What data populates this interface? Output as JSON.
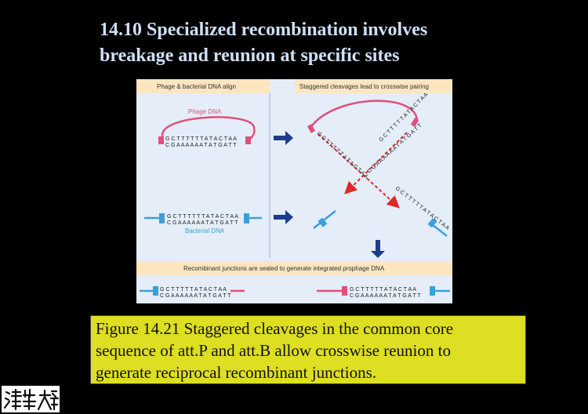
{
  "slide": {
    "title_line1": "14.10 Specialized recombination involves",
    "title_line2": "breakage and reunion at specific sites"
  },
  "figure": {
    "left_panel_header": "Phage & bacterial DNA align",
    "right_panel_header": "Staggered cleavages lead to crosswise pairing",
    "phage_label": "Phage DNA",
    "bacterial_label": "Bacterial DNA",
    "phage_top_seq": "G C T T T  T T T A  T A C T A A",
    "phage_bottom_seq": "C G A A A A A A T A T G A T T",
    "bact_top_seq": "G C T T T  T T T A T A C T A A",
    "bact_bottom_seq": "C G A A A A A A T A T G A T T",
    "bottom_header": "Recombinant junctions are sealed to generate integrated prophage DNA",
    "result_left_top": "G C T T T T T A T A C T A A",
    "result_left_bottom": "C G A A A A A A T A T G A T T",
    "result_right_top": "G C T T T T T A T A C T A A",
    "result_right_bottom": "C G A A A A A A T A T G A T T",
    "cross_seq_red": "G C T T T  T T A T A C T A A",
    "cross_seq_blue": "C G A A A A A A T A T G A T T",
    "colors": {
      "phage": "#e0507a",
      "bacterial": "#3aa0d8",
      "arrow": "#1e3c8c",
      "header_bg": "#fbe6c0",
      "panel_bg": "#e4edf8"
    }
  },
  "caption": {
    "line1": "Figure 14.21 Staggered cleavages in the common core",
    "line2": "sequence of att.P and att.B allow crosswise reunion to",
    "line3": "generate reciprocal recombinant junctions."
  },
  "logo": {
    "icon": "tsinghua-logo"
  }
}
